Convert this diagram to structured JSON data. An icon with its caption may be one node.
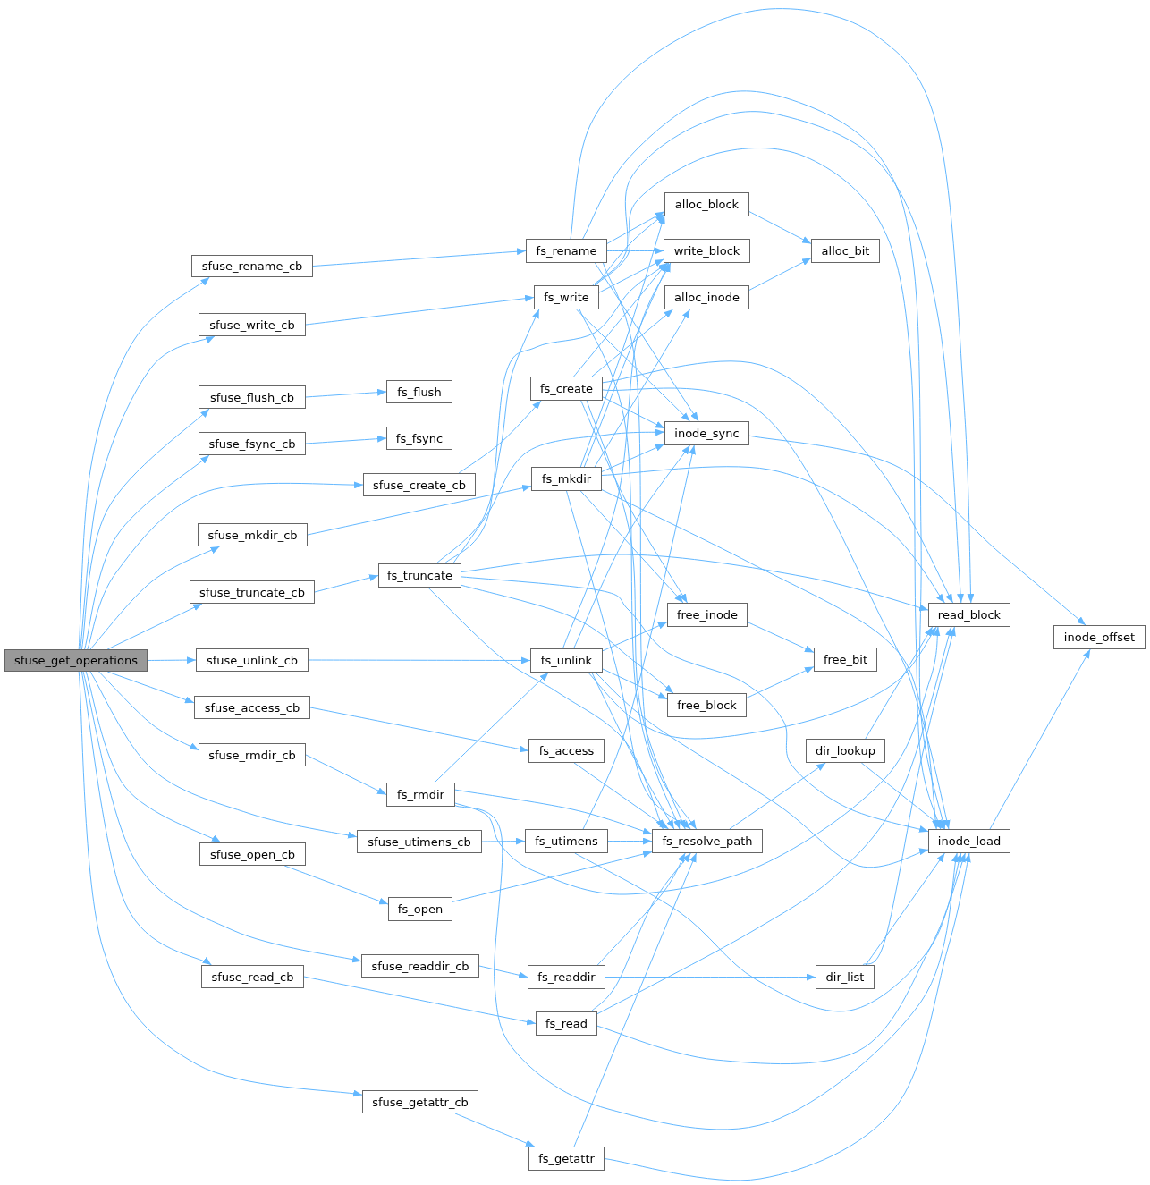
{
  "diagram": {
    "nodes": [
      {
        "text": [
          "sfuse_get_operations"
        ]
      },
      {
        "text": [
          "sfuse_rename_cb"
        ]
      },
      {
        "text": [
          "sfuse_write_cb"
        ]
      },
      {
        "text": [
          "sfuse_flush_cb"
        ]
      },
      {
        "text": [
          "sfuse_fsync_cb"
        ]
      },
      {
        "text": [
          "sfuse_create_cb"
        ]
      },
      {
        "text": [
          "sfuse_mkdir_cb"
        ]
      },
      {
        "text": [
          "sfuse_truncate_cb"
        ]
      },
      {
        "text": [
          "sfuse_unlink_cb"
        ]
      },
      {
        "text": [
          "sfuse_access_cb"
        ]
      },
      {
        "text": [
          "sfuse_rmdir_cb"
        ]
      },
      {
        "text": [
          "sfuse_utimens_cb"
        ]
      },
      {
        "text": [
          "sfuse_open_cb"
        ]
      },
      {
        "text": [
          "sfuse_readdir_cb"
        ]
      },
      {
        "text": [
          "sfuse_read_cb"
        ]
      },
      {
        "text": [
          "sfuse_getattr_cb"
        ]
      },
      {
        "text": [
          "fs_rename"
        ]
      },
      {
        "text": [
          "fs_write"
        ]
      },
      {
        "text": [
          "fs_flush"
        ]
      },
      {
        "text": [
          "fs_fsync"
        ]
      },
      {
        "text": [
          "fs_create"
        ]
      },
      {
        "text": [
          "fs_mkdir"
        ]
      },
      {
        "text": [
          "fs_truncate"
        ]
      },
      {
        "text": [
          "fs_unlink"
        ]
      },
      {
        "text": [
          "fs_access"
        ]
      },
      {
        "text": [
          "fs_rmdir"
        ]
      },
      {
        "text": [
          "fs_utimens"
        ]
      },
      {
        "text": [
          "fs_open"
        ]
      },
      {
        "text": [
          "fs_readdir"
        ]
      },
      {
        "text": [
          "fs_read"
        ]
      },
      {
        "text": [
          "fs_getattr"
        ]
      },
      {
        "text": [
          "alloc_block"
        ]
      },
      {
        "text": [
          "write_block"
        ]
      },
      {
        "text": [
          "alloc_inode"
        ]
      },
      {
        "text": [
          "inode_sync"
        ]
      },
      {
        "text": [
          "free_inode"
        ]
      },
      {
        "text": [
          "free_block"
        ]
      },
      {
        "text": [
          "fs_resolve_path"
        ]
      },
      {
        "text": [
          "alloc_bit"
        ]
      },
      {
        "text": [
          "free_bit"
        ]
      },
      {
        "text": [
          "dir_lookup"
        ]
      },
      {
        "text": [
          "dir_list"
        ]
      },
      {
        "text": [
          "read_block"
        ]
      },
      {
        "text": [
          "inode_load"
        ]
      },
      {
        "text": [
          "inode_offset"
        ]
      }
    ],
    "edges": [
      {
        "from": 0,
        "to": 1,
        "arrow": "to"
      },
      {
        "from": 0,
        "to": 2,
        "arrow": "to"
      },
      {
        "from": 0,
        "to": 3,
        "arrow": "to"
      },
      {
        "from": 0,
        "to": 4,
        "arrow": "to"
      },
      {
        "from": 0,
        "to": 5,
        "arrow": "to"
      },
      {
        "from": 0,
        "to": 6,
        "arrow": "to"
      },
      {
        "from": 0,
        "to": 7,
        "arrow": "to"
      },
      {
        "from": 0,
        "to": 8,
        "arrow": "to"
      },
      {
        "from": 0,
        "to": 9,
        "arrow": "to"
      },
      {
        "from": 0,
        "to": 10,
        "arrow": "to"
      },
      {
        "from": 0,
        "to": 11,
        "arrow": "to"
      },
      {
        "from": 0,
        "to": 12,
        "arrow": "to"
      },
      {
        "from": 0,
        "to": 13,
        "arrow": "to"
      },
      {
        "from": 0,
        "to": 14,
        "arrow": "to"
      },
      {
        "from": 0,
        "to": 15,
        "arrow": "to"
      },
      {
        "from": 1,
        "to": 16,
        "arrow": "to"
      },
      {
        "from": 2,
        "to": 17,
        "arrow": "to"
      },
      {
        "from": 3,
        "to": 18,
        "arrow": "to"
      },
      {
        "from": 4,
        "to": 19,
        "arrow": "to"
      },
      {
        "from": 5,
        "to": 20,
        "arrow": "to"
      },
      {
        "from": 6,
        "to": 21,
        "arrow": "to"
      },
      {
        "from": 7,
        "to": 22,
        "arrow": "to"
      },
      {
        "from": 8,
        "to": 23,
        "arrow": "to"
      },
      {
        "from": 9,
        "to": 24,
        "arrow": "to"
      },
      {
        "from": 10,
        "to": 25,
        "arrow": "to"
      },
      {
        "from": 11,
        "to": 26,
        "arrow": "to"
      },
      {
        "from": 12,
        "to": 27,
        "arrow": "to"
      },
      {
        "from": 13,
        "to": 28,
        "arrow": "to"
      },
      {
        "from": 14,
        "to": 29,
        "arrow": "to"
      },
      {
        "from": 15,
        "to": 30,
        "arrow": "to"
      },
      {
        "from": 16,
        "to": 31,
        "arrow": "to"
      },
      {
        "from": 16,
        "to": 32,
        "arrow": "to"
      },
      {
        "from": 16,
        "to": 34,
        "arrow": "to"
      },
      {
        "from": 16,
        "to": 37,
        "arrow": "to"
      },
      {
        "from": 16,
        "to": 42,
        "arrow": "to"
      },
      {
        "from": 16,
        "to": 43,
        "arrow": "to"
      },
      {
        "from": 17,
        "to": 31,
        "arrow": "to"
      },
      {
        "from": 17,
        "to": 32,
        "arrow": "to"
      },
      {
        "from": 17,
        "to": 34,
        "arrow": "to"
      },
      {
        "from": 17,
        "to": 37,
        "arrow": "to"
      },
      {
        "from": 17,
        "to": 42,
        "arrow": "to"
      },
      {
        "from": 17,
        "to": 43,
        "arrow": "to"
      },
      {
        "from": 20,
        "to": 32,
        "arrow": "to"
      },
      {
        "from": 20,
        "to": 33,
        "arrow": "to"
      },
      {
        "from": 20,
        "to": 34,
        "arrow": "to"
      },
      {
        "from": 20,
        "to": 42,
        "arrow": "to"
      },
      {
        "from": 20,
        "to": 43,
        "arrow": "to"
      },
      {
        "from": 20,
        "to": 35,
        "arrow": "to"
      },
      {
        "from": 20,
        "to": 37,
        "arrow": "to"
      },
      {
        "from": 21,
        "to": 31,
        "arrow": "to"
      },
      {
        "from": 21,
        "to": 32,
        "arrow": "to"
      },
      {
        "from": 21,
        "to": 33,
        "arrow": "to"
      },
      {
        "from": 21,
        "to": 34,
        "arrow": "to"
      },
      {
        "from": 21,
        "to": 42,
        "arrow": "to"
      },
      {
        "from": 21,
        "to": 43,
        "arrow": "to"
      },
      {
        "from": 21,
        "to": 35,
        "arrow": "to"
      },
      {
        "from": 21,
        "to": 37,
        "arrow": "to"
      },
      {
        "from": 22,
        "to": 17,
        "arrow": "to"
      },
      {
        "from": 22,
        "to": 32,
        "arrow": "to"
      },
      {
        "from": 22,
        "to": 34,
        "arrow": "to"
      },
      {
        "from": 22,
        "to": 42,
        "arrow": "to"
      },
      {
        "from": 22,
        "to": 43,
        "arrow": "to"
      },
      {
        "from": 22,
        "to": 36,
        "arrow": "to"
      },
      {
        "from": 22,
        "to": 37,
        "arrow": "to"
      },
      {
        "from": 23,
        "to": 32,
        "arrow": "to"
      },
      {
        "from": 23,
        "to": 34,
        "arrow": "to"
      },
      {
        "from": 23,
        "to": 35,
        "arrow": "to"
      },
      {
        "from": 23,
        "to": 36,
        "arrow": "to"
      },
      {
        "from": 23,
        "to": 37,
        "arrow": "to"
      },
      {
        "from": 23,
        "to": 42,
        "arrow": "to"
      },
      {
        "from": 23,
        "to": 43,
        "arrow": "to"
      },
      {
        "from": 24,
        "to": 37,
        "arrow": "to"
      },
      {
        "from": 25,
        "to": 23,
        "arrow": "to"
      },
      {
        "from": 25,
        "to": 37,
        "arrow": "to"
      },
      {
        "from": 25,
        "to": 42,
        "arrow": "to"
      },
      {
        "from": 25,
        "to": 43,
        "arrow": "to"
      },
      {
        "from": 26,
        "to": 34,
        "arrow": "to"
      },
      {
        "from": 26,
        "to": 37,
        "arrow": "to"
      },
      {
        "from": 26,
        "to": 43,
        "arrow": "to"
      },
      {
        "from": 27,
        "to": 37,
        "arrow": "to"
      },
      {
        "from": 28,
        "to": 37,
        "arrow": "to"
      },
      {
        "from": 28,
        "to": 41,
        "arrow": "to"
      },
      {
        "from": 29,
        "to": 37,
        "arrow": "to"
      },
      {
        "from": 29,
        "to": 42,
        "arrow": "to"
      },
      {
        "from": 29,
        "to": 43,
        "arrow": "to"
      },
      {
        "from": 30,
        "to": 37,
        "arrow": "to"
      },
      {
        "from": 30,
        "to": 43,
        "arrow": "to"
      },
      {
        "from": 31,
        "to": 38,
        "arrow": "to"
      },
      {
        "from": 33,
        "to": 38,
        "arrow": "to"
      },
      {
        "from": 34,
        "to": 44,
        "arrow": "to"
      },
      {
        "from": 35,
        "to": 39,
        "arrow": "to"
      },
      {
        "from": 36,
        "to": 39,
        "arrow": "to"
      },
      {
        "from": 37,
        "to": 40,
        "arrow": "to"
      },
      {
        "from": 40,
        "to": 42,
        "arrow": "to"
      },
      {
        "from": 40,
        "to": 43,
        "arrow": "to"
      },
      {
        "from": 41,
        "to": 42,
        "arrow": "to"
      },
      {
        "from": 41,
        "to": 43,
        "arrow": "to"
      },
      {
        "from": 43,
        "to": 44,
        "arrow": "to"
      }
    ]
  }
}
